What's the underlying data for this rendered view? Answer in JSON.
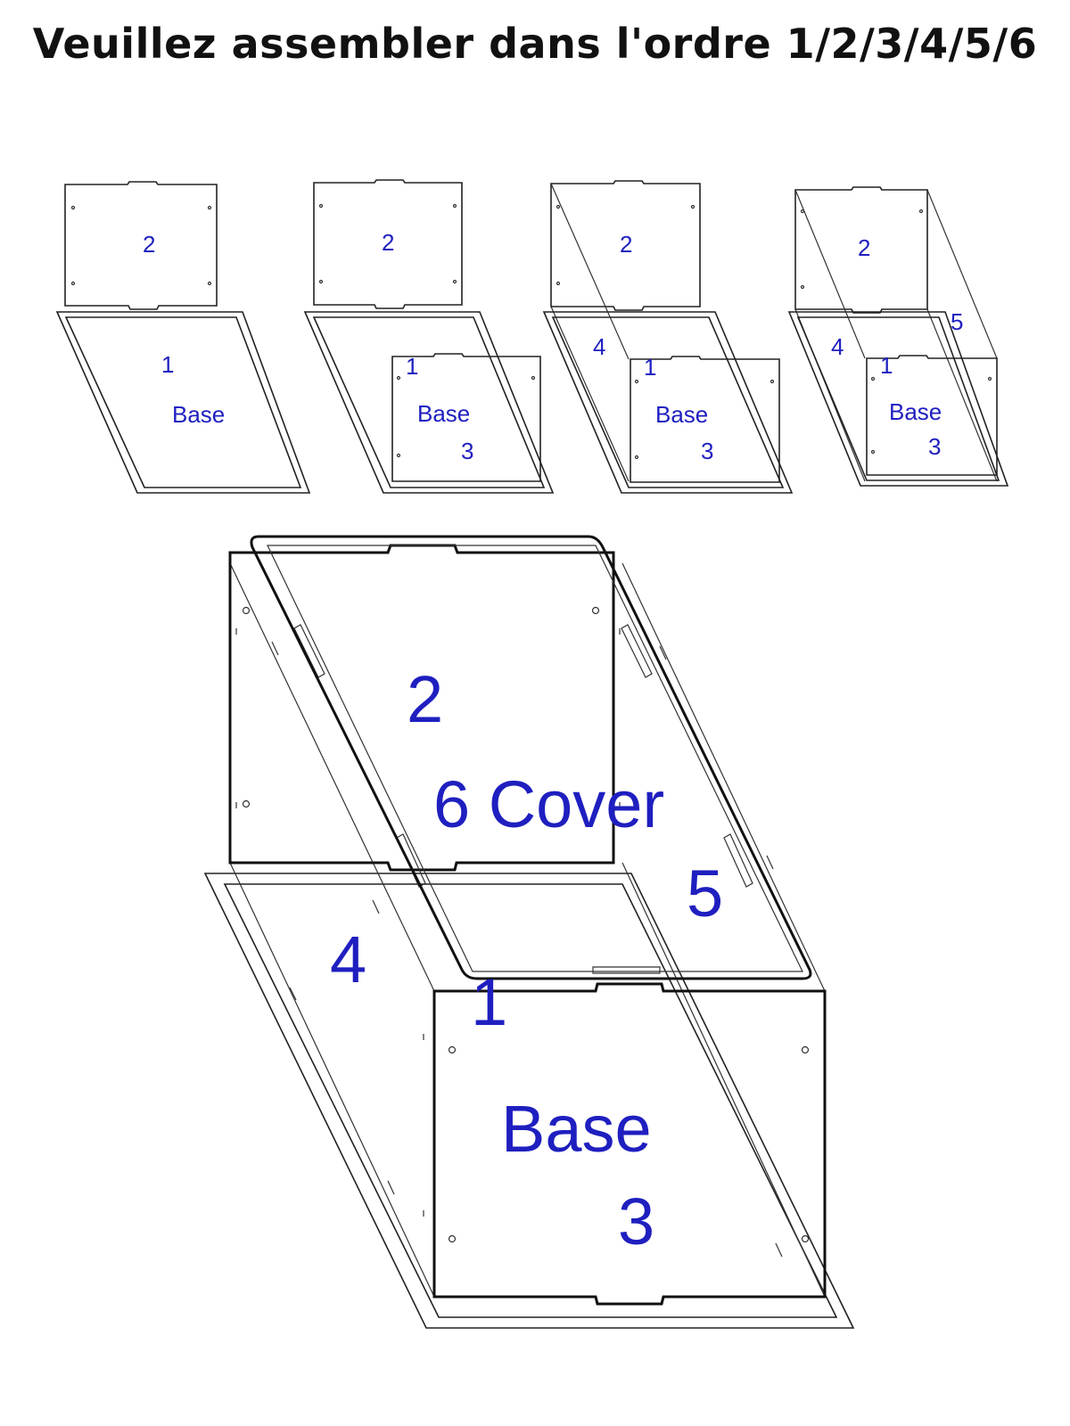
{
  "title": "Veuillez assembler dans l'ordre 1/2/3/4/5/6",
  "steps": [
    {
      "labels": {
        "panel2": "2",
        "panel1": "1",
        "base": "Base"
      }
    },
    {
      "labels": {
        "panel2": "2",
        "panel1": "1",
        "base": "Base",
        "panel3": "3"
      }
    },
    {
      "labels": {
        "panel2": "2",
        "panel4": "4",
        "panel1": "1",
        "base": "Base",
        "panel3": "3"
      }
    },
    {
      "labels": {
        "panel2": "2",
        "panel5": "5",
        "panel4": "4",
        "panel1": "1",
        "base": "Base",
        "panel3": "3"
      }
    }
  ],
  "final": {
    "labels": {
      "panel2": "2",
      "cover": "6 Cover",
      "panel5": "5",
      "panel4": "4",
      "panel1": "1",
      "base": "Base",
      "panel3": "3"
    }
  },
  "colors": {
    "label": "#1f1fc0",
    "line": "#222222"
  }
}
